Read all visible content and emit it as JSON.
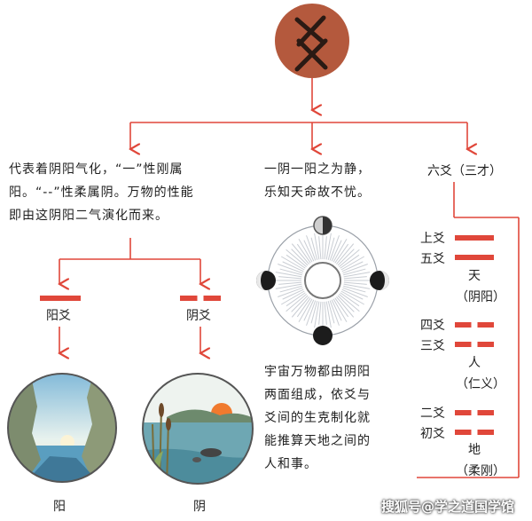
{
  "left_desc": [
    "代表着阴阳气化，“一”性刚属",
    "阳。“--”性柔属阴。万物的性能",
    "即由这阴阳二气演化而来。"
  ],
  "yang_yao_label": "阳爻",
  "yin_yao_label": "阴爻",
  "yang_caption": "阳",
  "yin_caption": "阴",
  "middle_top": [
    "一阴一阳之为静，",
    "乐知天命故不忧。"
  ],
  "middle_bottom": [
    "宇宙万物都由阴阳",
    "两面组成，依爻与",
    "爻间的生克制化就",
    "能推算天地之间的",
    "人和事。"
  ],
  "right_title": "六爻（三才）",
  "yao_names": [
    "上爻",
    "五爻",
    "四爻",
    "三爻",
    "二爻",
    "初爻"
  ],
  "tian": "天",
  "tian_sub": "（阴阳）",
  "ren": "人",
  "ren_sub": "（仁义）",
  "di": "地",
  "di_sub": "（柔刚）",
  "watermark": "搜狐号@学之道国学馆",
  "colors": {
    "accent": "#e0473a",
    "badge": "#b4593d"
  }
}
